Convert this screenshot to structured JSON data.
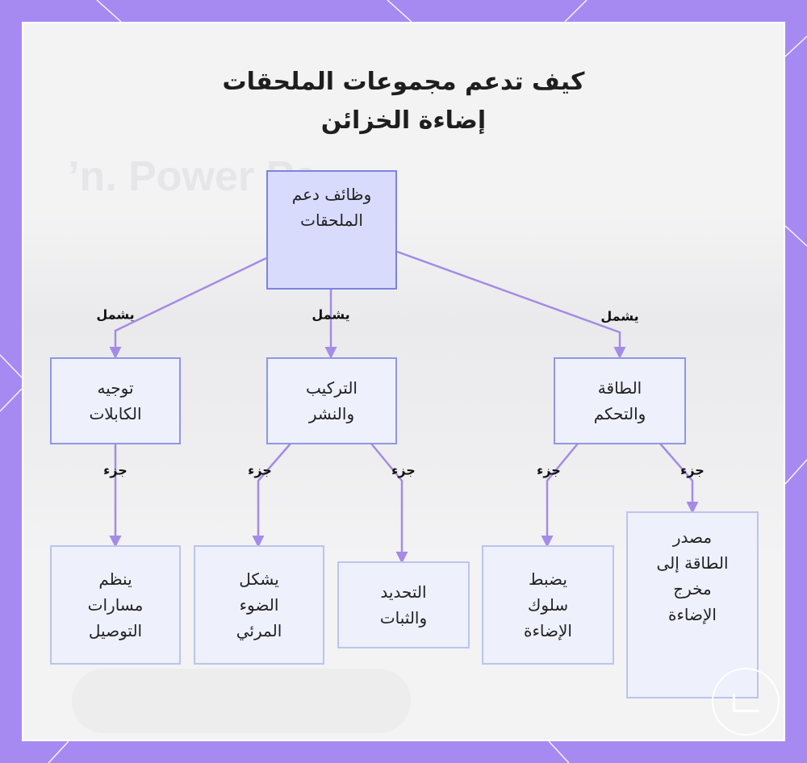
{
  "title": {
    "line1": "كيف تدعم مجموعات الملحقات",
    "line2": "إضاءة الخزائن"
  },
  "nodes": {
    "root": "وظائف دعم\nالملحقات",
    "cable": "توجيه\nالكابلات",
    "mounting": "التركيب\nوالنشر",
    "power": "الطاقة\nوالتحكم",
    "paths": "ينظم\nمسارات\nالتوصيل",
    "shape": "يشكل\nالضوء\nالمرئي",
    "fixation": "التحديد\nوالثبات",
    "behavior": "يضبط\nسلوك\nالإضاءة",
    "source": "مصدر\nالطاقة إلى\nمخرج\nالإضاءة"
  },
  "edge_labels": {
    "includes": "يشمل",
    "part": "جزء"
  },
  "colors": {
    "frame": "#a68af2",
    "card": "#f3f3f4",
    "root_fill": "#d8dbfb",
    "root_border": "#7b84e0",
    "node_fill": "#eef0fc",
    "node_border": "#8f97e4",
    "leaf_border": "#bcc4ee",
    "connector": "#a48be6"
  }
}
